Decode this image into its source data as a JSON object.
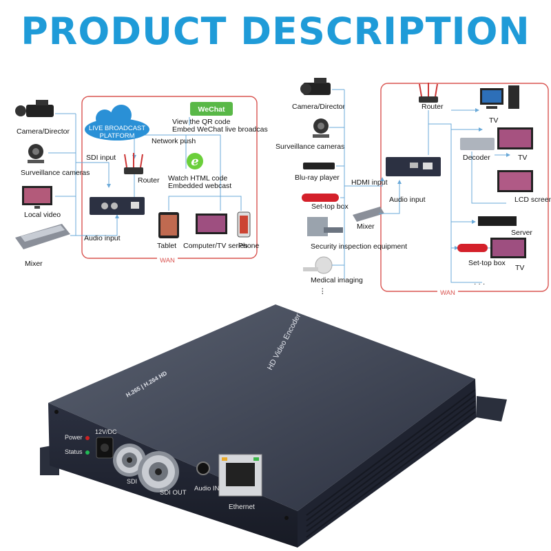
{
  "title": "PRODUCT DESCRIPTION",
  "colors": {
    "brand": "#1f9bd8",
    "wan_border": "#d9534f",
    "line": "#6aa9d8"
  },
  "left_diagram": {
    "sources": [
      "Camera/Director",
      "Surveillance cameras",
      "Local video",
      "Mixer"
    ],
    "sdi_input": "SDI input",
    "audio_input": "Audio input",
    "platform_line1": "LIVE BROADCAST",
    "platform_line2": "PLATFORM",
    "network_push": "Network push",
    "router": "Router",
    "wechat": "WeChat",
    "wechat_line1": "View the QR code",
    "wechat_line2": "Embed WeChat live broadcas",
    "html_line1": "Watch HTML code",
    "html_line2": "Embedded webcast",
    "devices": [
      "Tablet",
      "Computer/TV series",
      "Phone"
    ],
    "wan": "WAN"
  },
  "right_diagram": {
    "sources": [
      "Camera/Director",
      "Surveillance cameras",
      "Blu-ray player",
      "Set-top box",
      "Security inspection equipment",
      "Medical imaging"
    ],
    "mixer": "Mixer",
    "hdmi_input": "HDMI input",
    "audio_input": "Audio input",
    "router": "Router",
    "outputs": [
      "TV",
      "Decoder",
      "TV",
      "LCD screen",
      "Server",
      "Set-top box",
      "TV"
    ],
    "ellipsis_left": "⋮",
    "ellipsis_right": "· · ·",
    "wan": "WAN"
  },
  "device": {
    "top_label": "HD Video Encoder",
    "side_label": "H.265 | H.264 HD",
    "port_labels": [
      "12V/DC",
      "Power",
      "Status",
      "SDI",
      "SDI OUT",
      "Audio IN",
      "Ethernet"
    ]
  }
}
